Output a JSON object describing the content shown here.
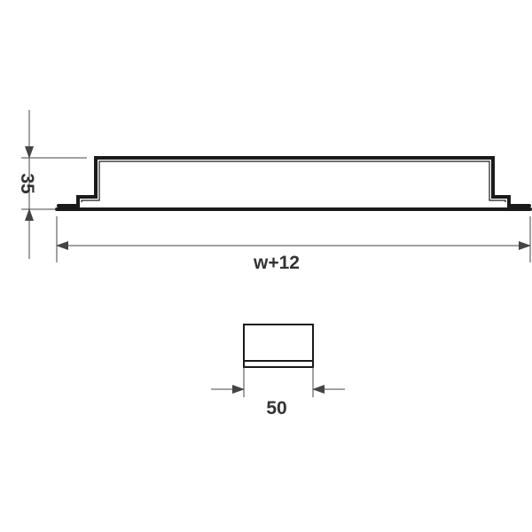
{
  "drawing": {
    "profile_section": {
      "width_dimension": "w+12",
      "height_dimension": "35"
    },
    "detail_section": {
      "width_dimension": "50"
    },
    "colors": {
      "outline": "#1a1a1a",
      "dimension_line": "#444444",
      "text": "#333333",
      "background": "#ffffff"
    }
  }
}
